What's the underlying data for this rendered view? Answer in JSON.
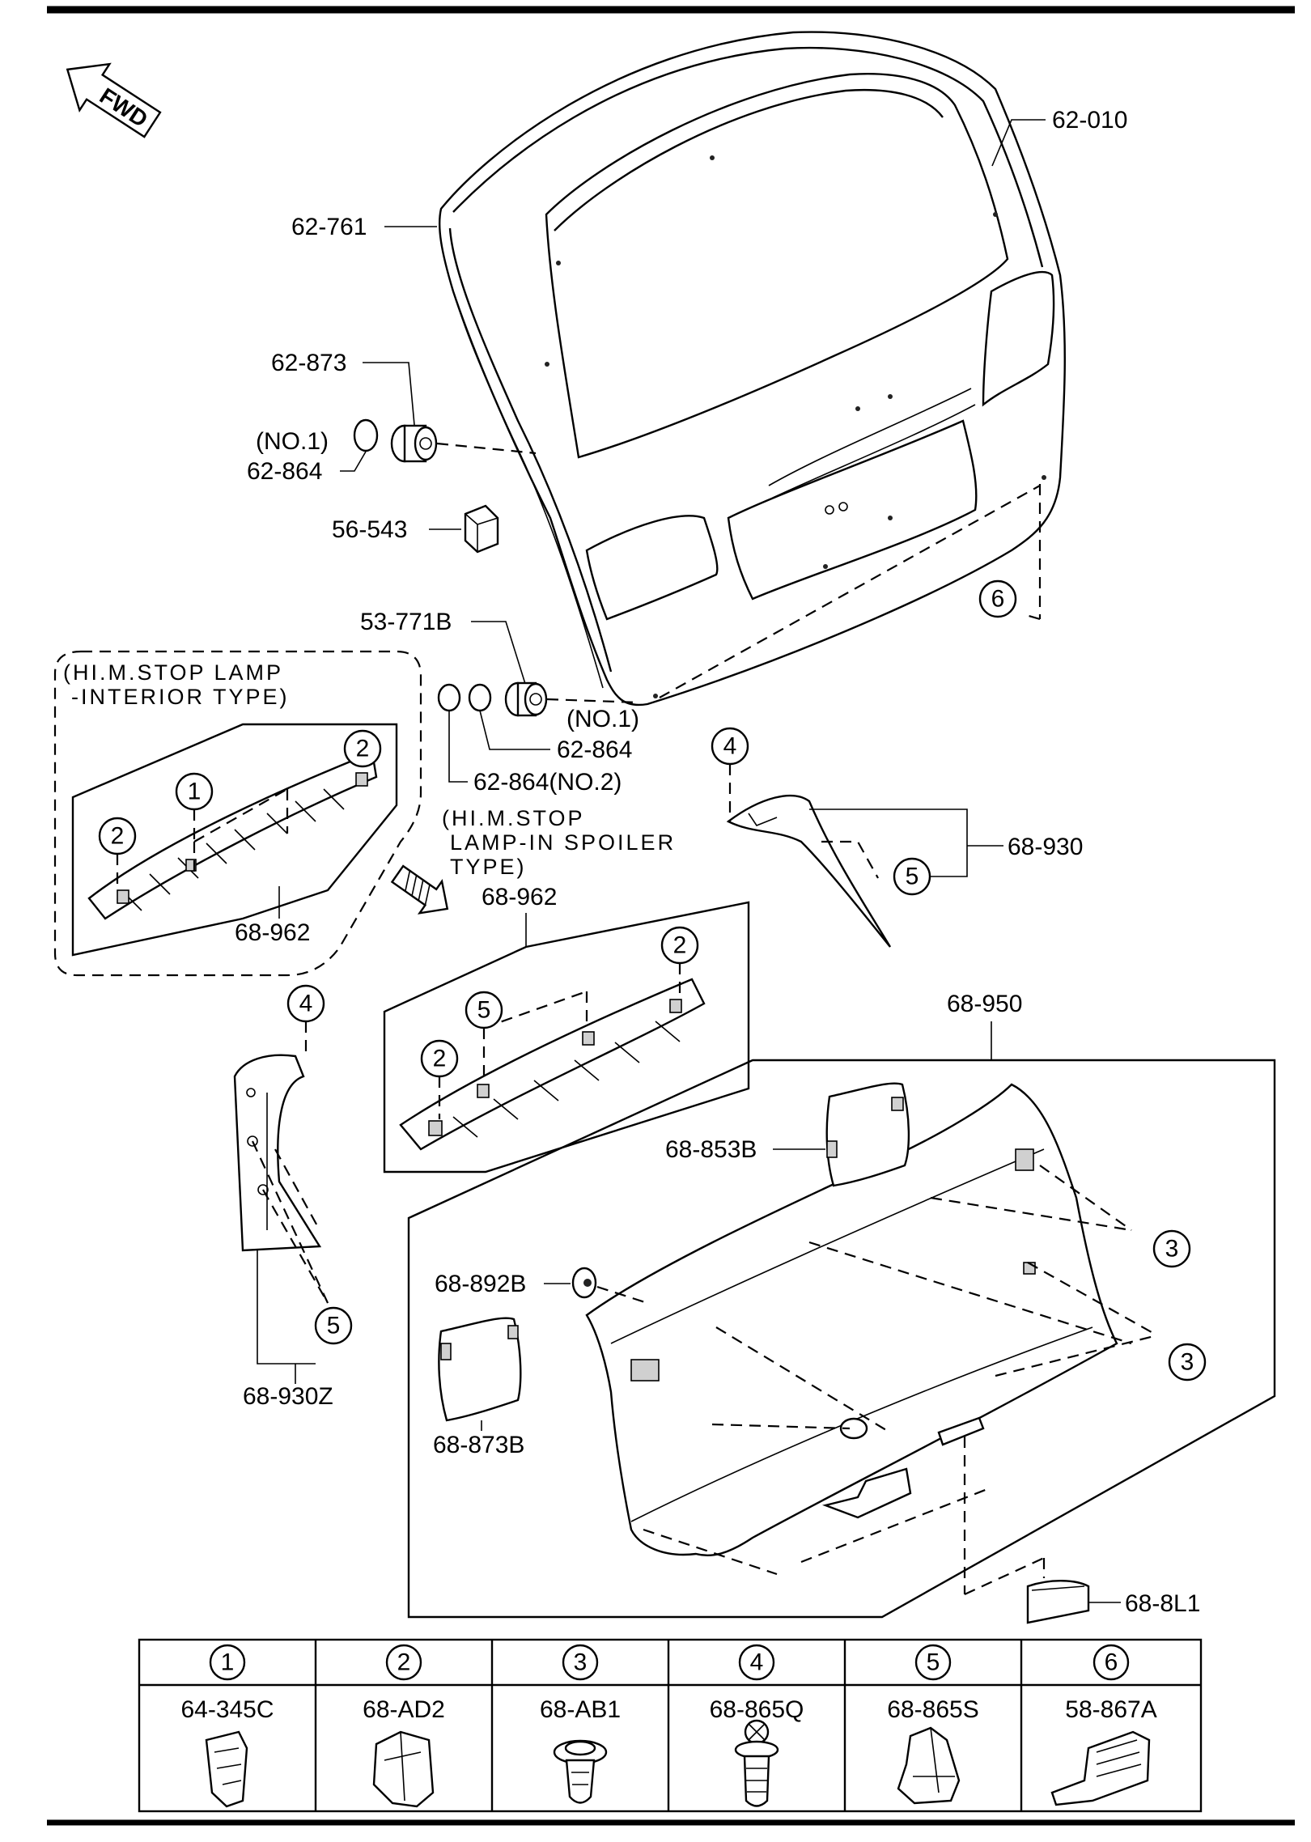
{
  "fwd_label": "FWD",
  "callouts": {
    "p62_010": "62-010",
    "p62_761": "62-761",
    "p62_873": "62-873",
    "p62_864_top_no": "(NO.1)",
    "p62_864_top": "62-864",
    "p56_543": "56-543",
    "p53_771b": "53-771B",
    "p62_864_mid_no": "(NO.1)",
    "p62_864_mid": "62-864",
    "p62_864_no2": "62-864(NO.2)",
    "p68_930": "68-930",
    "p68_962_interior": "68-962",
    "p68_962_spoiler": "68-962",
    "p68_950": "68-950",
    "p68_853b": "68-853B",
    "p68_892b": "68-892B",
    "p68_873b": "68-873B",
    "p68_930z": "68-930Z",
    "p68_8l1": "68-8L1"
  },
  "notes": {
    "interior_line1": "(HI.M.STOP LAMP",
    "interior_line2": "-INTERIOR TYPE)",
    "spoiler_line1": "(HI.M.STOP",
    "spoiler_line2": "LAMP-IN SPOILER",
    "spoiler_line3": "TYPE)"
  },
  "markers": [
    "1",
    "2",
    "3",
    "4",
    "5",
    "6"
  ],
  "fastener_table": {
    "headers": [
      "1",
      "2",
      "3",
      "4",
      "5",
      "6"
    ],
    "parts": [
      "64-345C",
      "68-AD2",
      "68-AB1",
      "68-865Q",
      "68-865S",
      "58-867A"
    ]
  }
}
